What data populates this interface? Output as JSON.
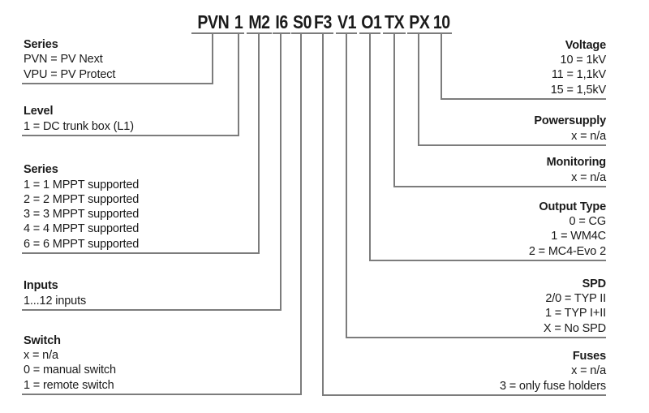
{
  "code": {
    "segments": [
      "PVN",
      "1",
      "M2",
      "I6",
      "S0",
      "F3",
      "V1",
      "O1",
      "TX",
      "PX",
      "10"
    ]
  },
  "left_sections": [
    {
      "title": "Series",
      "lines": [
        "PVN = PV Next",
        "VPU = PV Protect"
      ]
    },
    {
      "title": "Level",
      "lines": [
        "1 = DC trunk box (L1)"
      ]
    },
    {
      "title": "Series",
      "lines": [
        "1 = 1 MPPT supported",
        "2 = 2 MPPT supported",
        "3 = 3 MPPT supported",
        "4 = 4 MPPT supported",
        "6 = 6 MPPT supported"
      ]
    },
    {
      "title": "Inputs",
      "lines": [
        "1...12 inputs"
      ]
    },
    {
      "title": "Switch",
      "lines": [
        "x = n/a",
        "0 = manual switch",
        "1 = remote switch"
      ]
    }
  ],
  "right_sections": [
    {
      "title": "Voltage",
      "lines": [
        "10 = 1kV",
        "11 = 1,1kV",
        "15 = 1,5kV"
      ]
    },
    {
      "title": "Powersupply",
      "lines": [
        "x = n/a"
      ]
    },
    {
      "title": "Monitoring",
      "lines": [
        "x = n/a"
      ]
    },
    {
      "title": "Output Type",
      "lines": [
        "0 = CG",
        "1 = WM4C",
        "2 = MC4-Evo 2"
      ]
    },
    {
      "title": "SPD",
      "lines": [
        "2/0 = TYP II",
        "1 = TYP I+II",
        "X = No SPD"
      ]
    },
    {
      "title": "Fuses",
      "lines": [
        "x = n/a",
        "3 = only fuse holders"
      ]
    }
  ],
  "colors": {
    "line": "#7c7c7c",
    "text": "#1b1b1b",
    "background": "#ffffff"
  }
}
